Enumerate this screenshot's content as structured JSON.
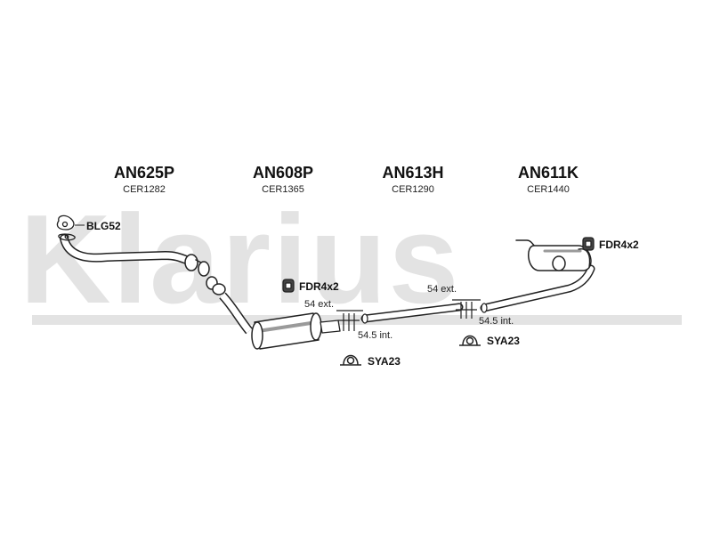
{
  "watermark": {
    "text": "Klarius",
    "color": "#e3e3e3"
  },
  "parts": [
    {
      "code": "AN625P",
      "ref": "CER1282"
    },
    {
      "code": "AN608P",
      "ref": "CER1365"
    },
    {
      "code": "AN613H",
      "ref": "CER1290"
    },
    {
      "code": "AN611K",
      "ref": "CER1440"
    }
  ],
  "accessories": {
    "gasket": "BLG52",
    "hanger_1": "FDR4x2",
    "hanger_2": "FDR4x2",
    "clamp_1": "SYA23",
    "clamp_2": "SYA23"
  },
  "dimensions": {
    "joint_1_ext": "54 ext.",
    "joint_1_int": "54.5 int.",
    "joint_2_ext": "54 ext.",
    "joint_2_int": "54.5 int."
  },
  "colors": {
    "line": "#222222",
    "fill": "#ffffff",
    "shade": "#9a9a9a"
  }
}
